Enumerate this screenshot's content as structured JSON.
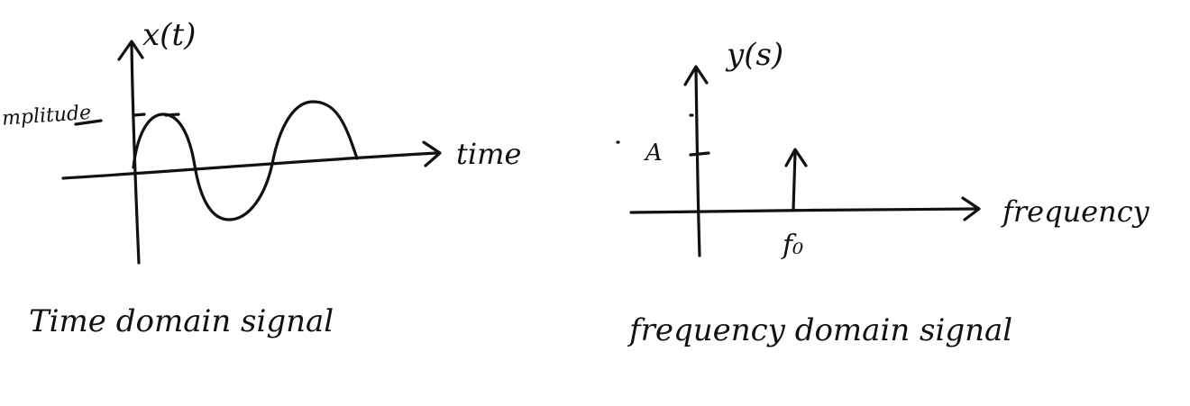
{
  "colors": {
    "ink": "#111111",
    "paper": "#ffffff"
  },
  "time_panel": {
    "y_label": "x(t)",
    "x_label": "time",
    "amplitude_label": "mplitude",
    "caption": "Time domain signal"
  },
  "freq_panel": {
    "y_label": "y(s)",
    "x_label": "frequency",
    "amplitude_tick_label": "A",
    "impulse_label": "f₀",
    "caption": "frequency domain signal"
  }
}
